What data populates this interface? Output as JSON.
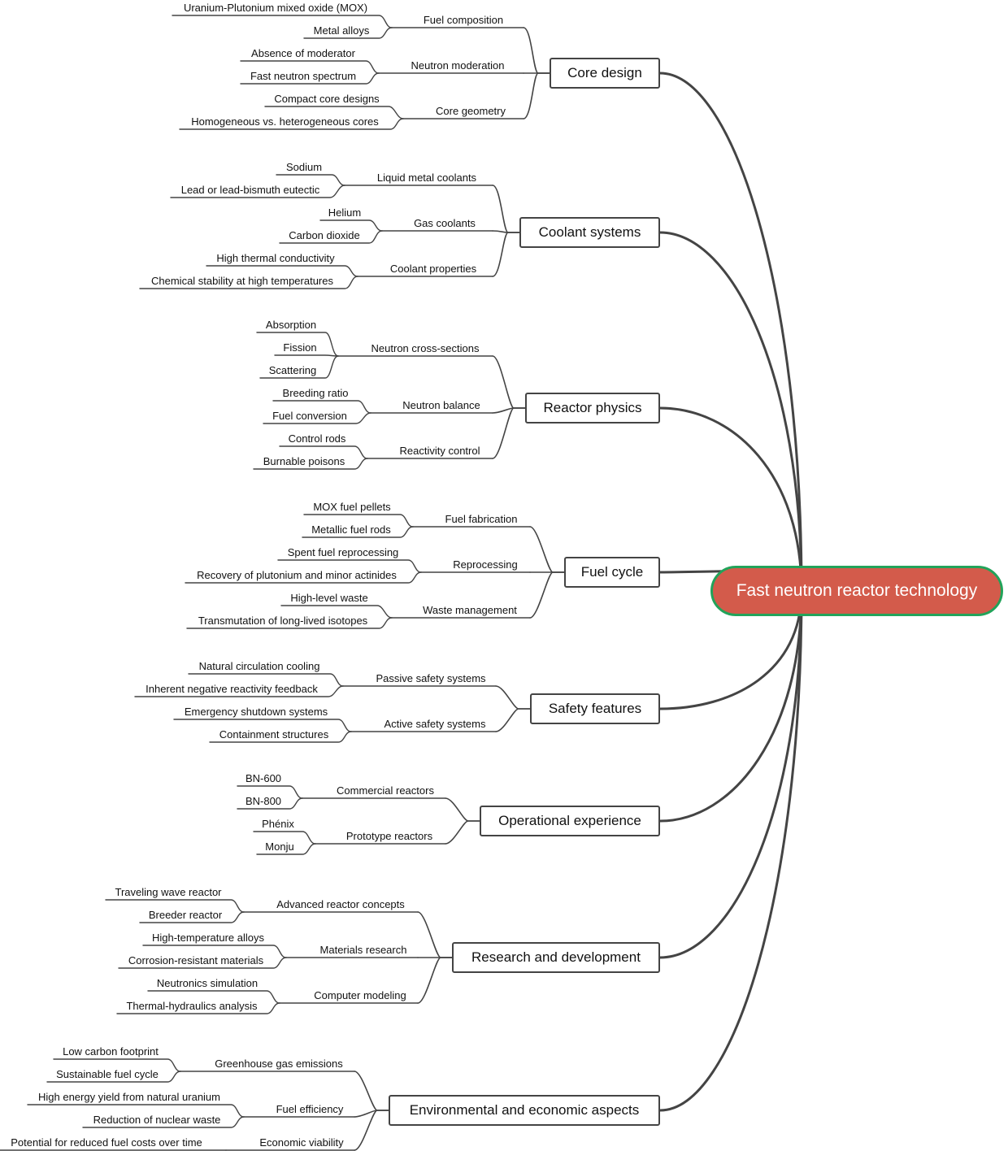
{
  "root": {
    "label": "Fast neutron reactor technology"
  },
  "colors": {
    "root_fill": "#d35b4b",
    "root_border": "#22a35a",
    "line": "#444444",
    "text": "#111111"
  },
  "branches": [
    {
      "label": "Core design",
      "subs": [
        {
          "label": "Fuel composition",
          "leaves": [
            "Uranium-Plutonium mixed oxide (MOX)",
            "Metal alloys"
          ]
        },
        {
          "label": "Neutron moderation",
          "leaves": [
            "Absence of moderator",
            "Fast neutron spectrum"
          ]
        },
        {
          "label": "Core geometry",
          "leaves": [
            "Compact core designs",
            "Homogeneous vs. heterogeneous cores"
          ]
        }
      ]
    },
    {
      "label": "Coolant systems",
      "subs": [
        {
          "label": "Liquid metal coolants",
          "leaves": [
            "Sodium",
            "Lead or lead-bismuth eutectic"
          ]
        },
        {
          "label": "Gas coolants",
          "leaves": [
            "Helium",
            "Carbon dioxide"
          ]
        },
        {
          "label": "Coolant properties",
          "leaves": [
            "High thermal conductivity",
            "Chemical stability at high temperatures"
          ]
        }
      ]
    },
    {
      "label": "Reactor physics",
      "subs": [
        {
          "label": "Neutron cross-sections",
          "leaves": [
            "Absorption",
            "Fission",
            "Scattering"
          ]
        },
        {
          "label": "Neutron balance",
          "leaves": [
            "Breeding ratio",
            "Fuel conversion"
          ]
        },
        {
          "label": "Reactivity control",
          "leaves": [
            "Control rods",
            "Burnable poisons"
          ]
        }
      ]
    },
    {
      "label": "Fuel cycle",
      "subs": [
        {
          "label": "Fuel fabrication",
          "leaves": [
            "MOX fuel pellets",
            "Metallic fuel rods"
          ]
        },
        {
          "label": "Reprocessing",
          "leaves": [
            "Spent fuel reprocessing",
            "Recovery of plutonium and minor actinides"
          ]
        },
        {
          "label": "Waste management",
          "leaves": [
            "High-level waste",
            "Transmutation of long-lived isotopes"
          ]
        }
      ]
    },
    {
      "label": "Safety features",
      "subs": [
        {
          "label": "Passive safety systems",
          "leaves": [
            "Natural circulation cooling",
            "Inherent negative reactivity feedback"
          ]
        },
        {
          "label": "Active safety systems",
          "leaves": [
            "Emergency shutdown systems",
            "Containment structures"
          ]
        }
      ]
    },
    {
      "label": "Operational experience",
      "subs": [
        {
          "label": "Commercial reactors",
          "leaves": [
            "BN-600",
            "BN-800"
          ]
        },
        {
          "label": "Prototype reactors",
          "leaves": [
            "Phénix",
            "Monju"
          ]
        }
      ]
    },
    {
      "label": "Research and development",
      "subs": [
        {
          "label": "Advanced reactor concepts",
          "leaves": [
            "Traveling wave reactor",
            "Breeder reactor"
          ]
        },
        {
          "label": "Materials research",
          "leaves": [
            "High-temperature alloys",
            "Corrosion-resistant materials"
          ]
        },
        {
          "label": "Computer modeling",
          "leaves": [
            "Neutronics simulation",
            "Thermal-hydraulics analysis"
          ]
        }
      ]
    },
    {
      "label": "Environmental and economic aspects",
      "subs": [
        {
          "label": "Greenhouse gas emissions",
          "leaves": [
            "Low carbon footprint",
            "Sustainable fuel cycle"
          ]
        },
        {
          "label": "Fuel efficiency",
          "leaves": [
            "High energy yield from natural uranium",
            "Reduction of nuclear waste"
          ]
        },
        {
          "label": "Economic viability",
          "leaves": [
            "Potential for reduced fuel costs over time"
          ]
        }
      ]
    }
  ]
}
